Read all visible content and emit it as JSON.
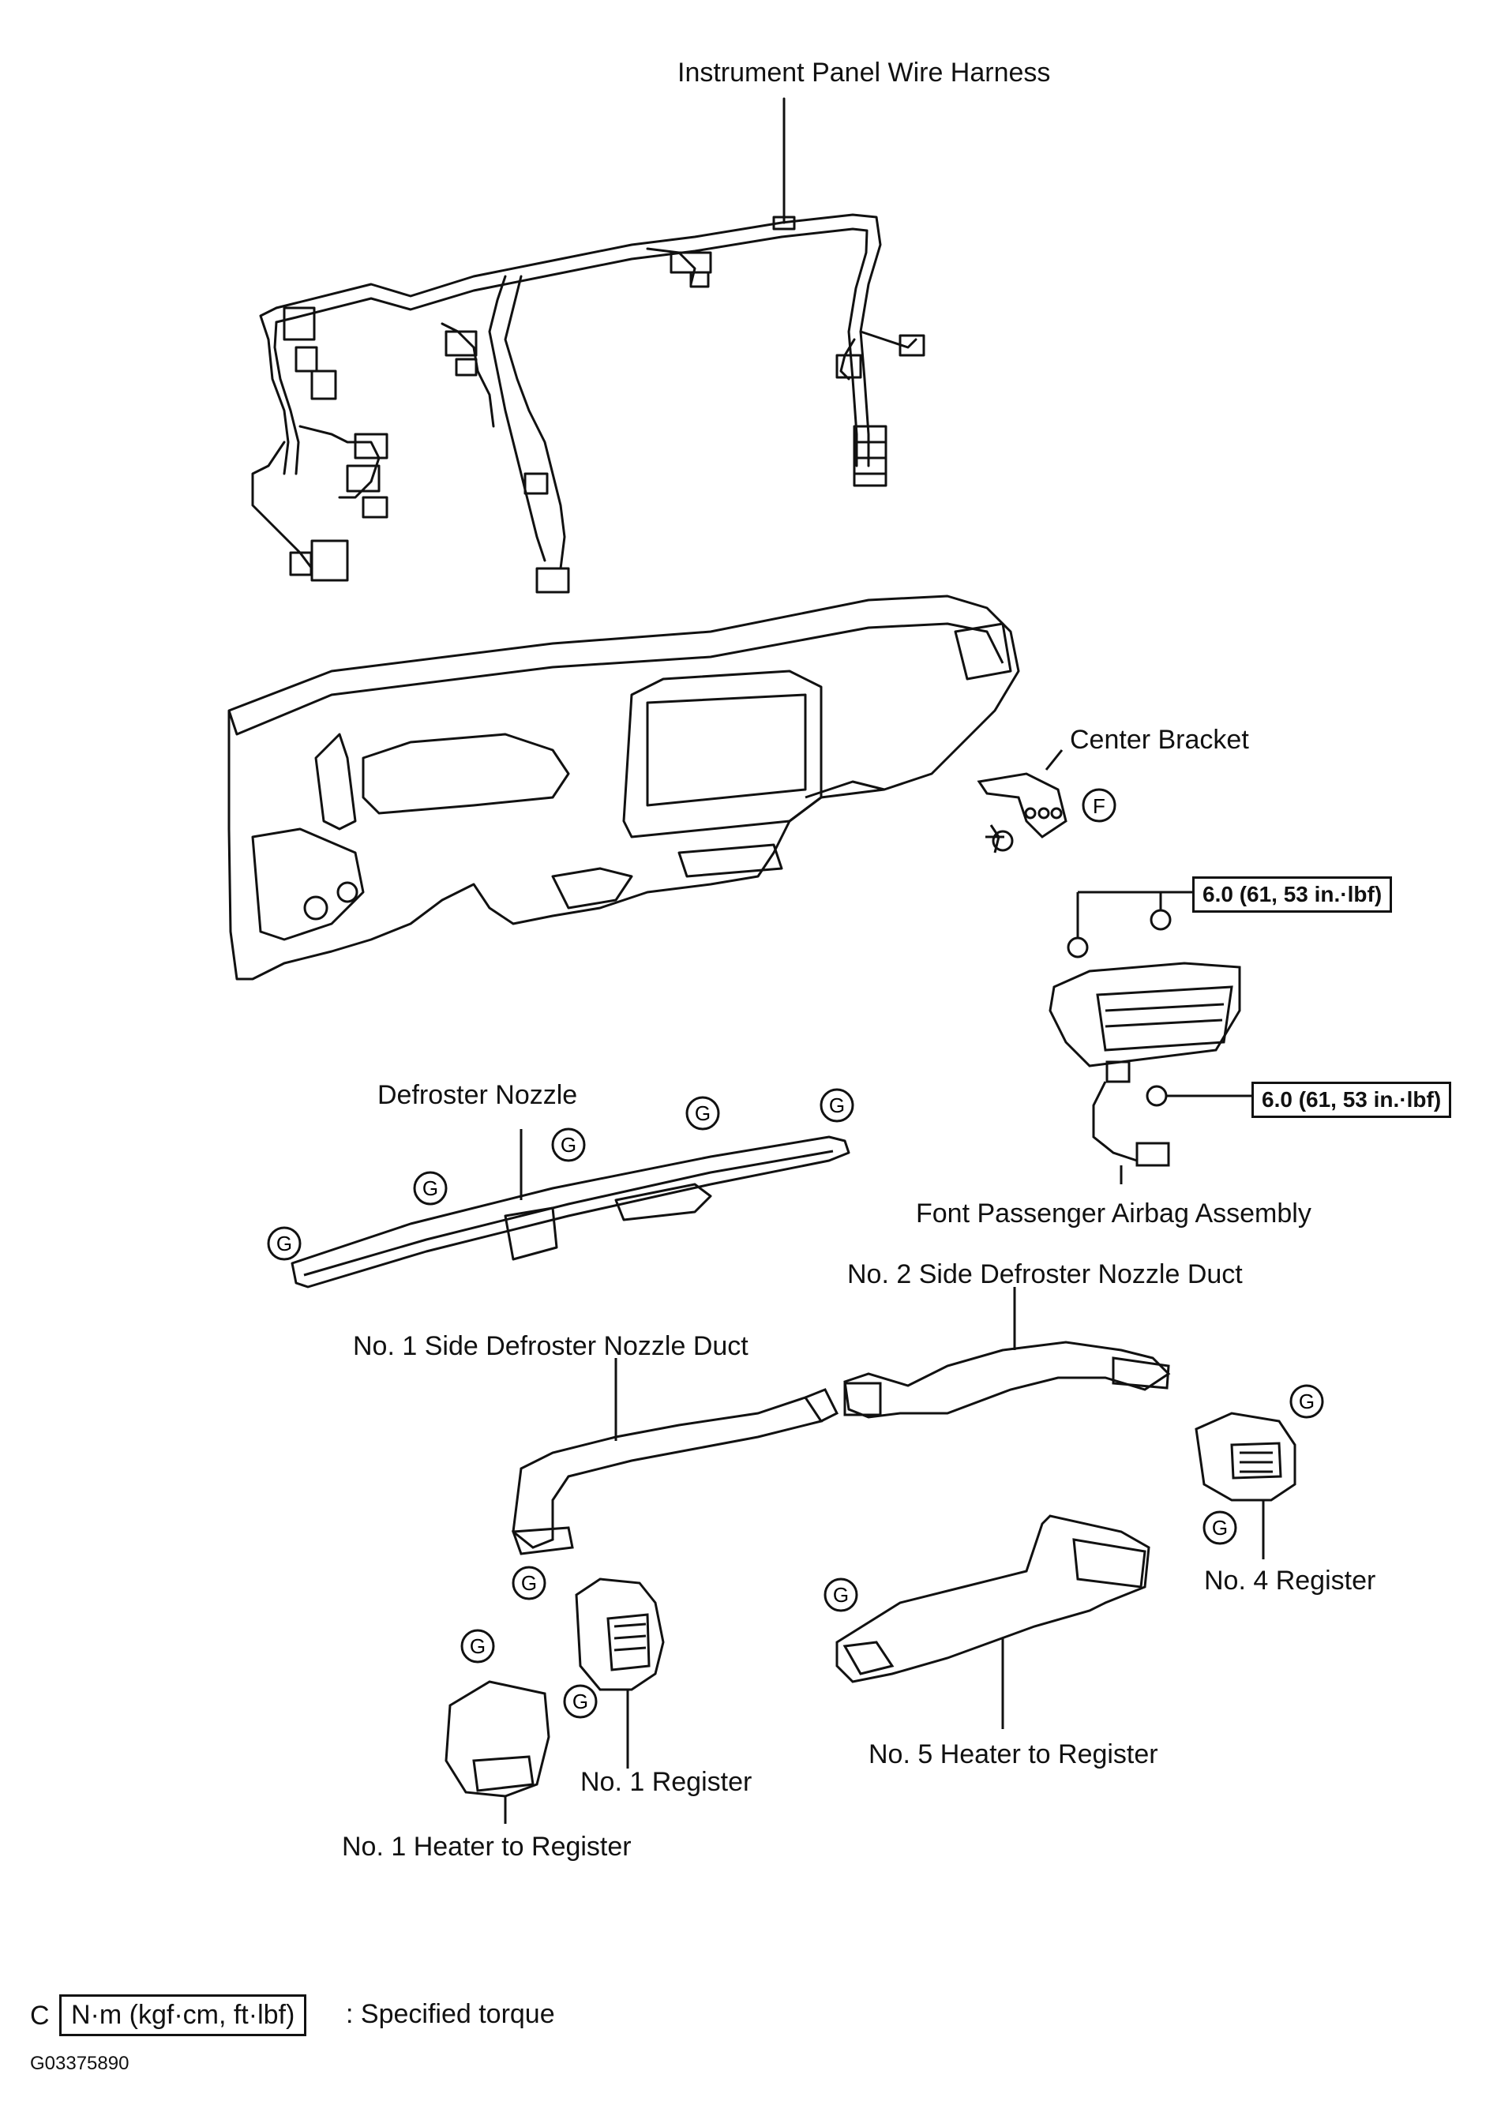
{
  "labels": {
    "instrument_panel_wire_harness": "Instrument Panel Wire Harness",
    "center_bracket": "Center Bracket",
    "defroster_nozzle": "Defroster Nozzle",
    "front_passenger_airbag": "Font Passenger Airbag Assembly",
    "no2_side_defroster_duct": "No. 2 Side Defroster Nozzle Duct",
    "no1_side_defroster_duct": "No. 1 Side Defroster Nozzle Duct",
    "no4_register": "No. 4 Register",
    "no5_heater_to_register": "No. 5 Heater to Register",
    "no1_register": "No. 1 Register",
    "no1_heater_to_register": "No. 1 Heater to Register"
  },
  "torque": {
    "upper": "6.0 (61, 53 in.·lbf)",
    "lower": "6.0 (61, 53 in.·lbf)"
  },
  "markers": {
    "f": "F",
    "g": "G"
  },
  "legend": {
    "prefix": "C",
    "box": "N·m (kgf·cm, ft·lbf)",
    "text": ": Specified torque"
  },
  "figure_code": "G03375890"
}
